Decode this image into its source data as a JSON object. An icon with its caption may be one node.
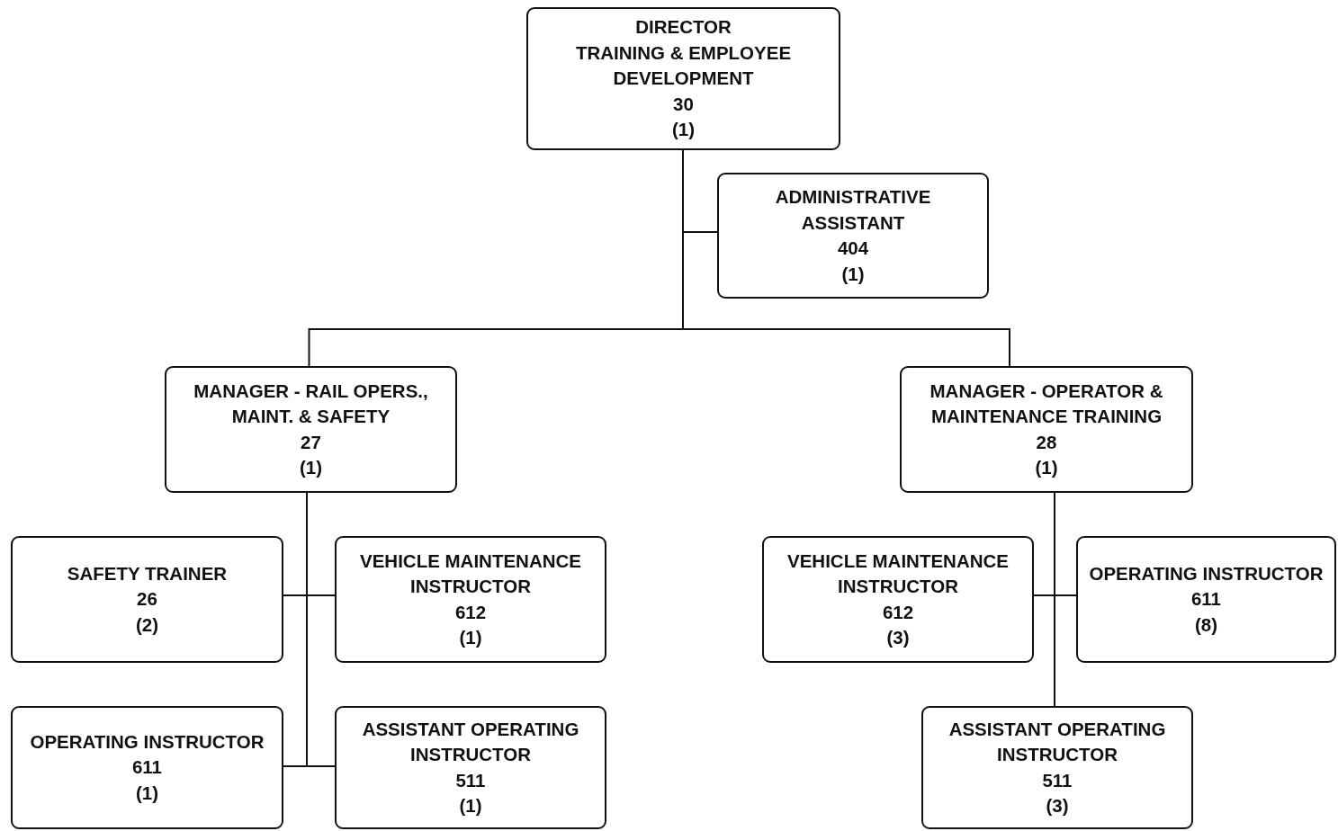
{
  "diagram": {
    "nodes": [
      {
        "text": [
          "DIRECTOR",
          "TRAINING & EMPLOYEE DEVELOPMENT",
          "30",
          "(1)"
        ]
      },
      {
        "text": [
          "ADMINISTRATIVE ASSISTANT",
          "404",
          "(1)"
        ]
      },
      {
        "text": [
          "MANAGER - RAIL OPERS., MAINT. & SAFETY",
          "27",
          "(1)"
        ]
      },
      {
        "text": [
          "MANAGER - OPERATOR & MAINTENANCE TRAINING",
          "28",
          "(1)"
        ]
      },
      {
        "text": [
          "SAFETY TRAINER",
          "26",
          "(2)"
        ]
      },
      {
        "text": [
          "VEHICLE MAINTENANCE INSTRUCTOR",
          "612",
          "(1)"
        ]
      },
      {
        "text": [
          "OPERATING INSTRUCTOR",
          "611",
          "(1)"
        ]
      },
      {
        "text": [
          "ASSISTANT OPERATING INSTRUCTOR",
          "511",
          "(1)"
        ]
      },
      {
        "text": [
          "VEHICLE MAINTENANCE INSTRUCTOR",
          "612",
          "(3)"
        ]
      },
      {
        "text": [
          "OPERATING INSTRUCTOR",
          "611",
          "(8)"
        ]
      },
      {
        "text": [
          "ASSISTANT OPERATING INSTRUCTOR",
          "511",
          "(3)"
        ]
      }
    ],
    "edges": [
      {
        "from": 0,
        "to": 1,
        "arrow": "none"
      },
      {
        "from": 0,
        "to": 2,
        "arrow": "none"
      },
      {
        "from": 0,
        "to": 3,
        "arrow": "none"
      },
      {
        "from": 2,
        "to": 4,
        "arrow": "none"
      },
      {
        "from": 2,
        "to": 5,
        "arrow": "none"
      },
      {
        "from": 2,
        "to": 6,
        "arrow": "none"
      },
      {
        "from": 2,
        "to": 7,
        "arrow": "none"
      },
      {
        "from": 3,
        "to": 8,
        "arrow": "none"
      },
      {
        "from": 3,
        "to": 9,
        "arrow": "none"
      },
      {
        "from": 3,
        "to": 10,
        "arrow": "none"
      }
    ]
  }
}
